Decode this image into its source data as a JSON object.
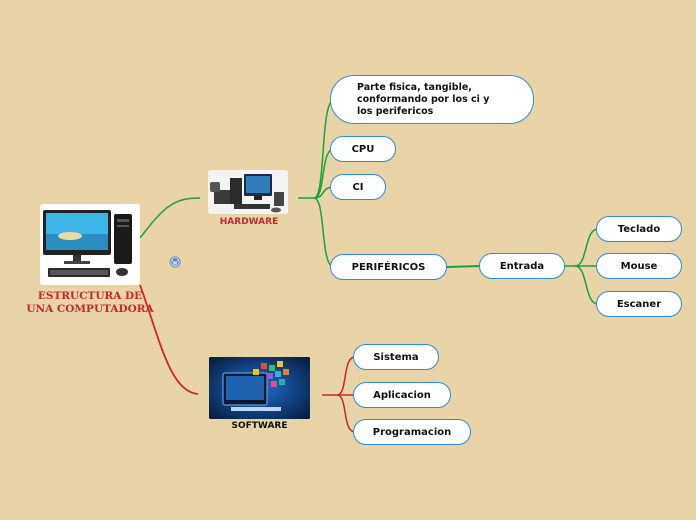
{
  "root": {
    "title": "ESTRUCTURA DE\nUNA COMPUTADORA"
  },
  "hardware": {
    "label": "HARDWARE",
    "color": "#c62828",
    "branch_color": "#1aa23c",
    "children": {
      "desc": "Parte fisica, tangible,\nconformando por los ci  y\nlos perifericos",
      "cpu": "CPU",
      "ci": "CI",
      "perifericos": "PERIFÉRICOS",
      "entrada": "Entrada",
      "teclado": "Teclado",
      "mouse": "Mouse",
      "escaner": "Escaner"
    }
  },
  "software": {
    "label": "SOFTWARE",
    "color": "#111111",
    "branch_color": "#c62828",
    "children": {
      "sistema": "Sistema",
      "aplicacion": "Aplicacion",
      "programacion": "Programacion"
    }
  },
  "colors": {
    "background": "#e9d4a7",
    "node_border": "#2d8fd0",
    "root_title": "#c62828"
  },
  "icons": [
    "computer-image",
    "hardware-image",
    "software-image",
    "wordpress-icon"
  ]
}
